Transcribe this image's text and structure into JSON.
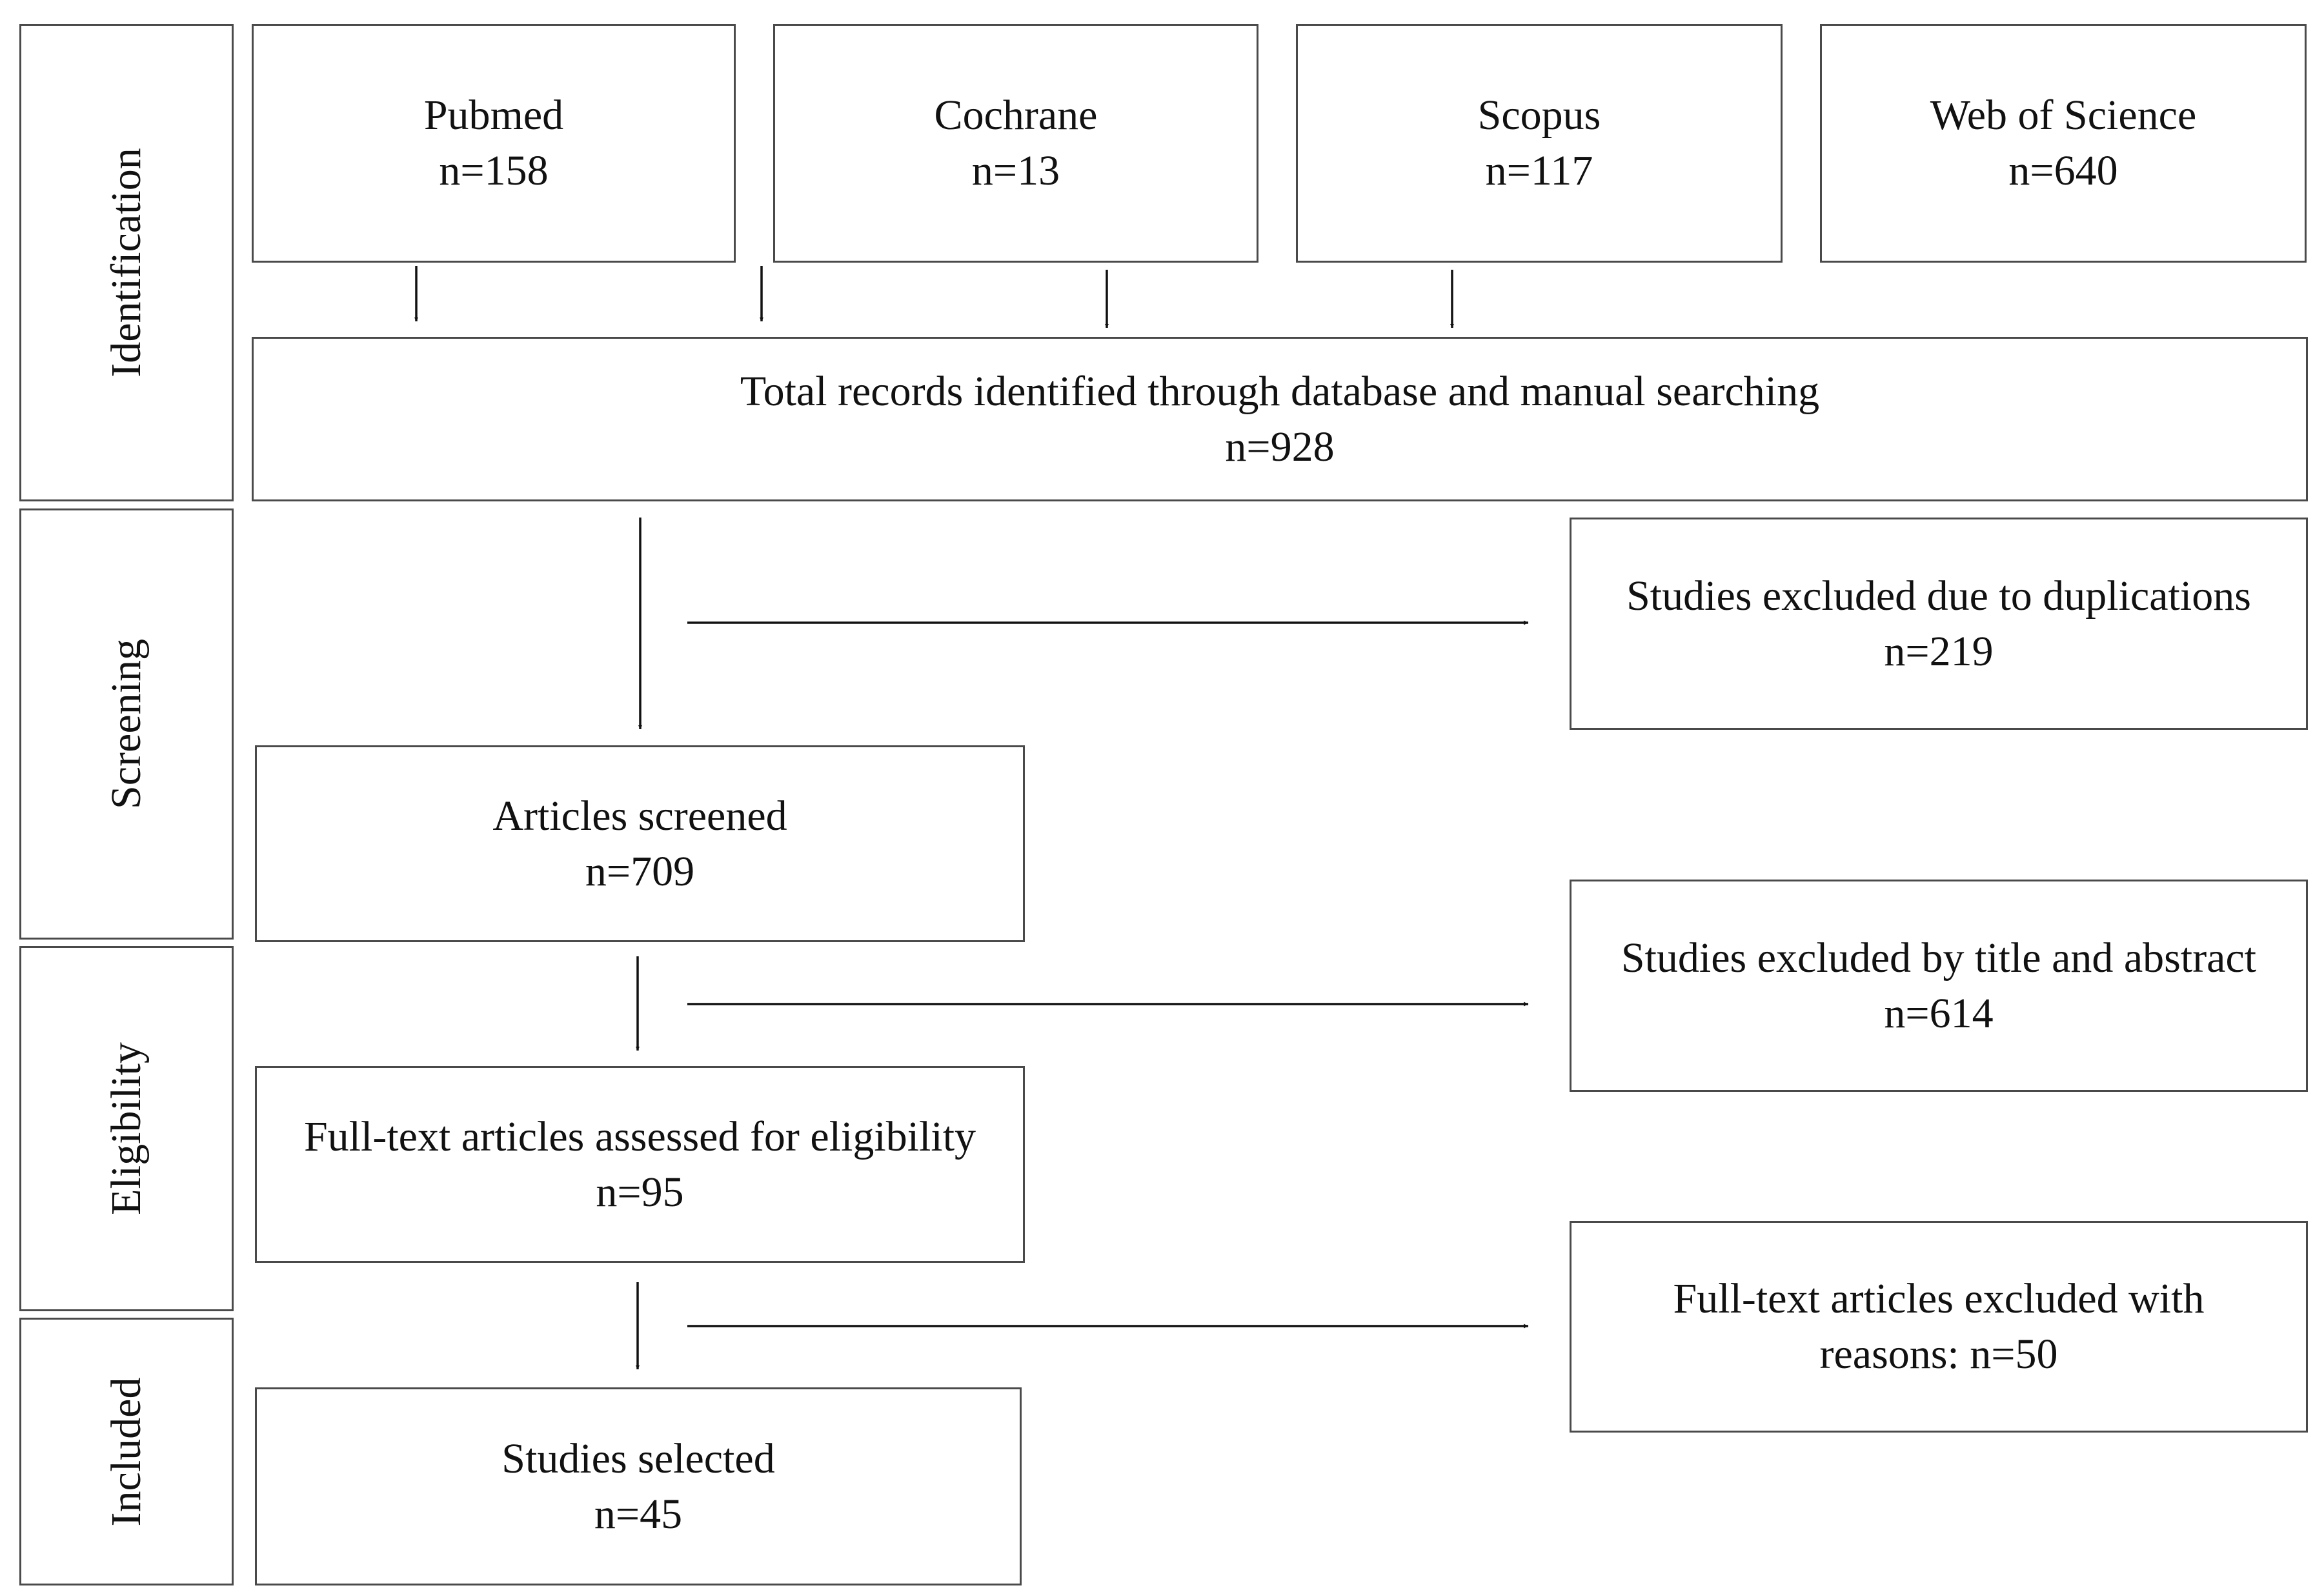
{
  "stages": {
    "identification": "Identification",
    "screening": "Screening",
    "eligibility": "Eligibility",
    "included": "Included"
  },
  "sources": [
    {
      "name": "Pubmed",
      "count": "n=158"
    },
    {
      "name": "Cochrane",
      "count": "n=13"
    },
    {
      "name": "Scopus",
      "count": "n=117"
    },
    {
      "name": "Web of Science",
      "count": "n=640"
    }
  ],
  "total": {
    "label": "Total records identified through database and manual searching",
    "count": "n=928"
  },
  "screened": {
    "label": "Articles screened",
    "count": "n=709"
  },
  "fulltext": {
    "label": "Full-text articles assessed for eligibility",
    "count": "n=95"
  },
  "selected": {
    "label": "Studies selected",
    "count": "n=45"
  },
  "excluded_duplicates": {
    "label": "Studies excluded due to duplications",
    "count": "n=219"
  },
  "excluded_title": {
    "label": "Studies excluded by title and abstract",
    "count": "n=614"
  },
  "excluded_fulltext": {
    "line1": "Full-text articles excluded with",
    "line2": "reasons: n=50"
  }
}
